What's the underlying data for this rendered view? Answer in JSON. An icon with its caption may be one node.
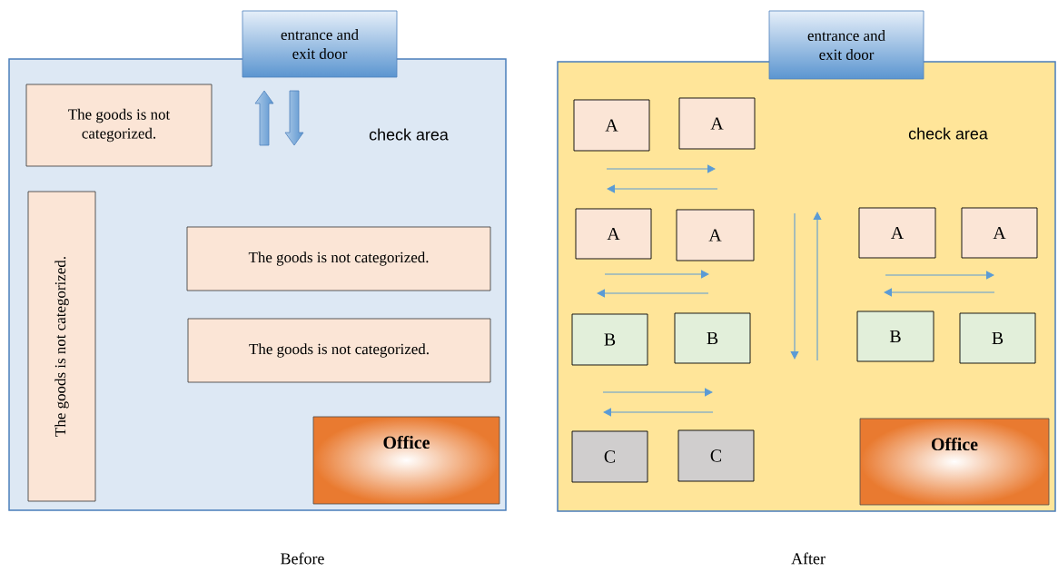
{
  "diagram": {
    "nodes": [
      {
        "text": [],
        "shape": "box",
        "beside": [
          "Before"
        ]
      },
      {
        "text": [
          "entrance and exit door"
        ]
      },
      {
        "text": [
          "The goods is not categorized."
        ],
        "in": 0
      },
      {
        "text": [
          "The goods is not categorized."
        ],
        "in": 0
      },
      {
        "text": [
          "The goods is not categorized."
        ],
        "in": 0
      },
      {
        "text": [
          "The goods is not categorized."
        ],
        "in": 0
      },
      {
        "text": [
          "Office"
        ],
        "in": 0
      },
      {
        "text": [],
        "shape": "box",
        "beside": [
          "After"
        ]
      },
      {
        "text": [
          "entrance and exit door"
        ]
      },
      {
        "text": [
          "A"
        ],
        "in": 7
      },
      {
        "text": [
          "A"
        ],
        "in": 7
      },
      {
        "text": [
          "A"
        ],
        "in": 7
      },
      {
        "text": [
          "A"
        ],
        "in": 7
      },
      {
        "text": [
          "A"
        ],
        "in": 7
      },
      {
        "text": [
          "A"
        ],
        "in": 7
      },
      {
        "text": [
          "B"
        ],
        "in": 7
      },
      {
        "text": [
          "B"
        ],
        "in": 7
      },
      {
        "text": [
          "B"
        ],
        "in": 7
      },
      {
        "text": [
          "B"
        ],
        "in": 7
      },
      {
        "text": [
          "C"
        ],
        "in": 7
      },
      {
        "text": [
          "C"
        ],
        "in": 7
      },
      {
        "text": [
          "Office"
        ],
        "in": 7
      }
    ],
    "edges": [],
    "labels": [
      "check area",
      "check area"
    ]
  }
}
